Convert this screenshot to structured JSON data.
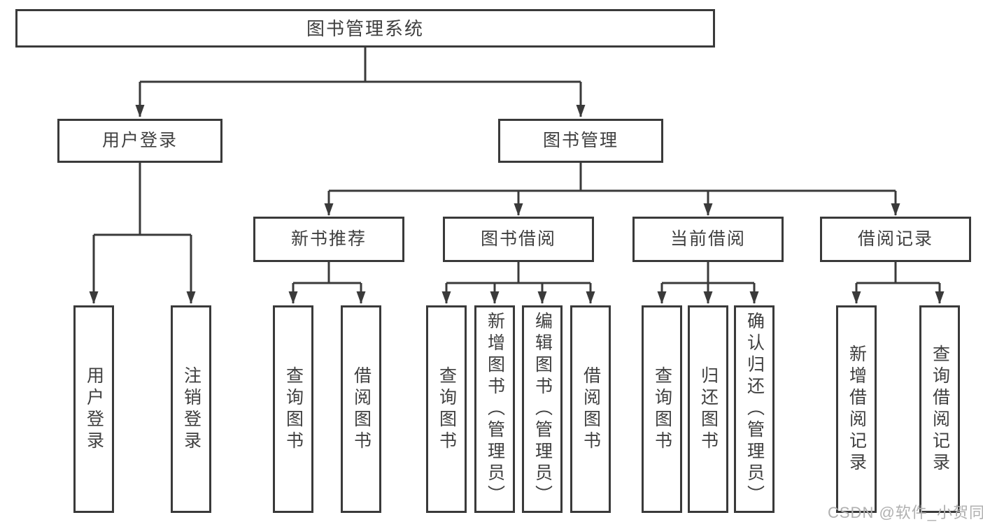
{
  "nodes": {
    "root": "图书管理系统",
    "user_login": "用户登录",
    "book_mgmt": "图书管理",
    "new_books": "新书推荐",
    "book_borrow": "图书借阅",
    "current_borrow": "当前借阅",
    "borrow_records": "借阅记录",
    "leaf_user_login": "用户登录",
    "leaf_logout": "注销登录",
    "leaf_nb_query": "查询图书",
    "leaf_nb_borrow": "借阅图书",
    "leaf_bb_query": "查询图书",
    "leaf_bb_add": "新增图书（管理员）",
    "leaf_bb_edit": "编辑图书（管理员）",
    "leaf_bb_borrow": "借阅图书",
    "leaf_cb_query": "查询图书",
    "leaf_cb_return": "归还图书",
    "leaf_cb_confirm": "确认归还（管理员）",
    "leaf_br_add": "新增借阅记录",
    "leaf_br_query": "查询借阅记录"
  },
  "watermark": "CSDN @软件_小贺同学",
  "colors": {
    "line": "#3a3a3a",
    "text": "#3f3f3f",
    "watermark": "#b0b0b0",
    "background": "#ffffff"
  }
}
